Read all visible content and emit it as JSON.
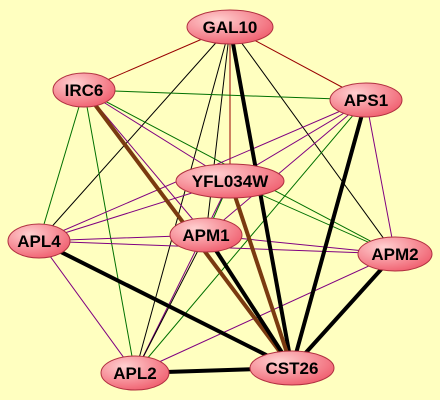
{
  "graph": {
    "background": "#ffffc0",
    "node_fill_light": "#ffd0d0",
    "node_fill_dark": "#f06070",
    "edge_colors": {
      "black": "#000000",
      "brown": "#7a3a10",
      "red": "#990000",
      "green": "#007000",
      "purple": "#800080"
    },
    "nodes": [
      {
        "id": "GAL10",
        "label": "GAL10"
      },
      {
        "id": "IRC6",
        "label": "IRC6"
      },
      {
        "id": "APS1",
        "label": "APS1"
      },
      {
        "id": "YFL034W",
        "label": "YFL034W"
      },
      {
        "id": "APL4",
        "label": "APL4"
      },
      {
        "id": "APM1",
        "label": "APM1"
      },
      {
        "id": "APM2",
        "label": "APM2"
      },
      {
        "id": "APL2",
        "label": "APL2"
      },
      {
        "id": "CST26",
        "label": "CST26"
      }
    ],
    "edges": [
      {
        "source": "GAL10",
        "target": "IRC6",
        "color": "red",
        "weight": "thin"
      },
      {
        "source": "GAL10",
        "target": "APS1",
        "color": "red",
        "weight": "thin"
      },
      {
        "source": "GAL10",
        "target": "YFL034W",
        "color": "red",
        "weight": "thin"
      },
      {
        "source": "GAL10",
        "target": "APL4",
        "color": "black",
        "weight": "thin"
      },
      {
        "source": "GAL10",
        "target": "APM1",
        "color": "black",
        "weight": "thin"
      },
      {
        "source": "GAL10",
        "target": "APM2",
        "color": "black",
        "weight": "thin"
      },
      {
        "source": "GAL10",
        "target": "APL2",
        "color": "black",
        "weight": "thin"
      },
      {
        "source": "GAL10",
        "target": "CST26",
        "color": "black",
        "weight": "thick"
      },
      {
        "source": "IRC6",
        "target": "APS1",
        "color": "green",
        "weight": "thin"
      },
      {
        "source": "IRC6",
        "target": "YFL034W",
        "color": "purple",
        "weight": "thin"
      },
      {
        "source": "IRC6",
        "target": "APL4",
        "color": "green",
        "weight": "thin"
      },
      {
        "source": "IRC6",
        "target": "APM1",
        "color": "purple",
        "weight": "thin"
      },
      {
        "source": "IRC6",
        "target": "APM2",
        "color": "green",
        "weight": "thin"
      },
      {
        "source": "IRC6",
        "target": "APL2",
        "color": "green",
        "weight": "thin"
      },
      {
        "source": "IRC6",
        "target": "CST26",
        "color": "brown",
        "weight": "thick"
      },
      {
        "source": "APS1",
        "target": "YFL034W",
        "color": "purple",
        "weight": "thin"
      },
      {
        "source": "APS1",
        "target": "APL4",
        "color": "purple",
        "weight": "thin"
      },
      {
        "source": "APS1",
        "target": "APM1",
        "color": "purple",
        "weight": "thin"
      },
      {
        "source": "APS1",
        "target": "APM2",
        "color": "purple",
        "weight": "thin"
      },
      {
        "source": "APS1",
        "target": "APL2",
        "color": "green",
        "weight": "thin"
      },
      {
        "source": "APS1",
        "target": "CST26",
        "color": "black",
        "weight": "thick"
      },
      {
        "source": "YFL034W",
        "target": "APL4",
        "color": "purple",
        "weight": "thin"
      },
      {
        "source": "YFL034W",
        "target": "APM1",
        "color": "green",
        "weight": "thin"
      },
      {
        "source": "YFL034W",
        "target": "APM2",
        "color": "green",
        "weight": "thin"
      },
      {
        "source": "YFL034W",
        "target": "APL2",
        "color": "purple",
        "weight": "thin"
      },
      {
        "source": "YFL034W",
        "target": "CST26",
        "color": "brown",
        "weight": "thick"
      },
      {
        "source": "APL4",
        "target": "APM1",
        "color": "purple",
        "weight": "thin"
      },
      {
        "source": "APL4",
        "target": "APM2",
        "color": "purple",
        "weight": "thin"
      },
      {
        "source": "APL4",
        "target": "APL2",
        "color": "purple",
        "weight": "thin"
      },
      {
        "source": "APL4",
        "target": "CST26",
        "color": "black",
        "weight": "thick"
      },
      {
        "source": "APM1",
        "target": "APM2",
        "color": "purple",
        "weight": "thin"
      },
      {
        "source": "APM1",
        "target": "APL2",
        "color": "black",
        "weight": "thin"
      },
      {
        "source": "APM1",
        "target": "CST26",
        "color": "black",
        "weight": "thick"
      },
      {
        "source": "APM2",
        "target": "APL2",
        "color": "purple",
        "weight": "thin"
      },
      {
        "source": "APM2",
        "target": "CST26",
        "color": "black",
        "weight": "thick"
      },
      {
        "source": "APL2",
        "target": "CST26",
        "color": "black",
        "weight": "thick"
      }
    ]
  }
}
